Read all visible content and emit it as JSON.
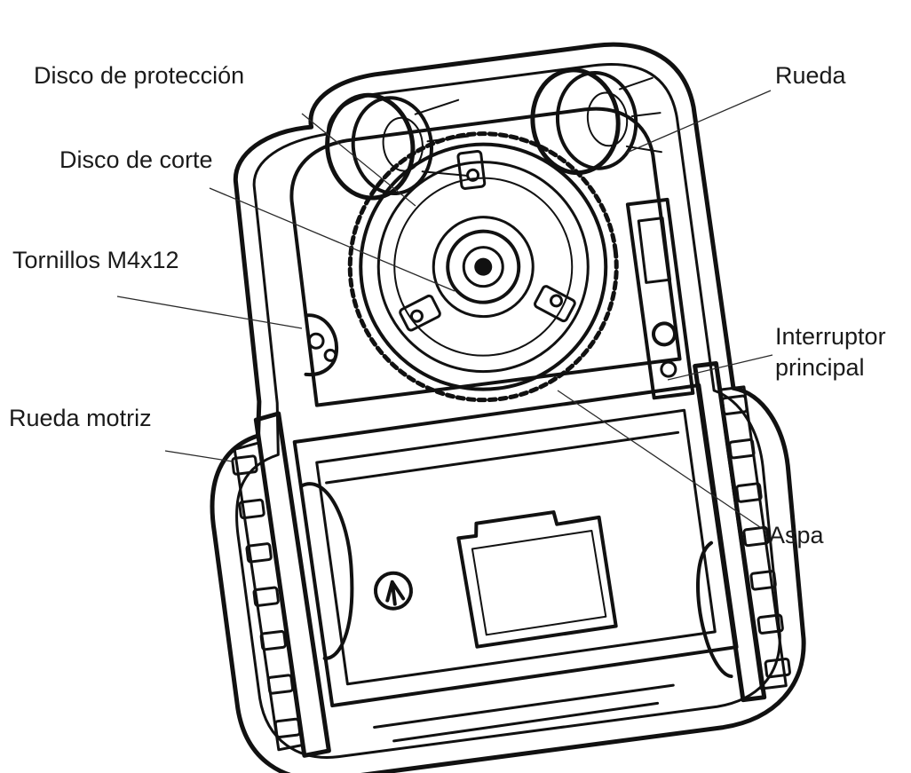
{
  "figure": {
    "labels": {
      "protection_disc": "Disco de protección",
      "cutting_disc": "Disco de corte",
      "screws": "Tornillos M4x12",
      "drive_wheel": "Rueda motriz",
      "wheel": "Rueda",
      "main_switch_line1": "Interruptor",
      "main_switch_line2": "principal",
      "blade": "Aspa"
    }
  }
}
